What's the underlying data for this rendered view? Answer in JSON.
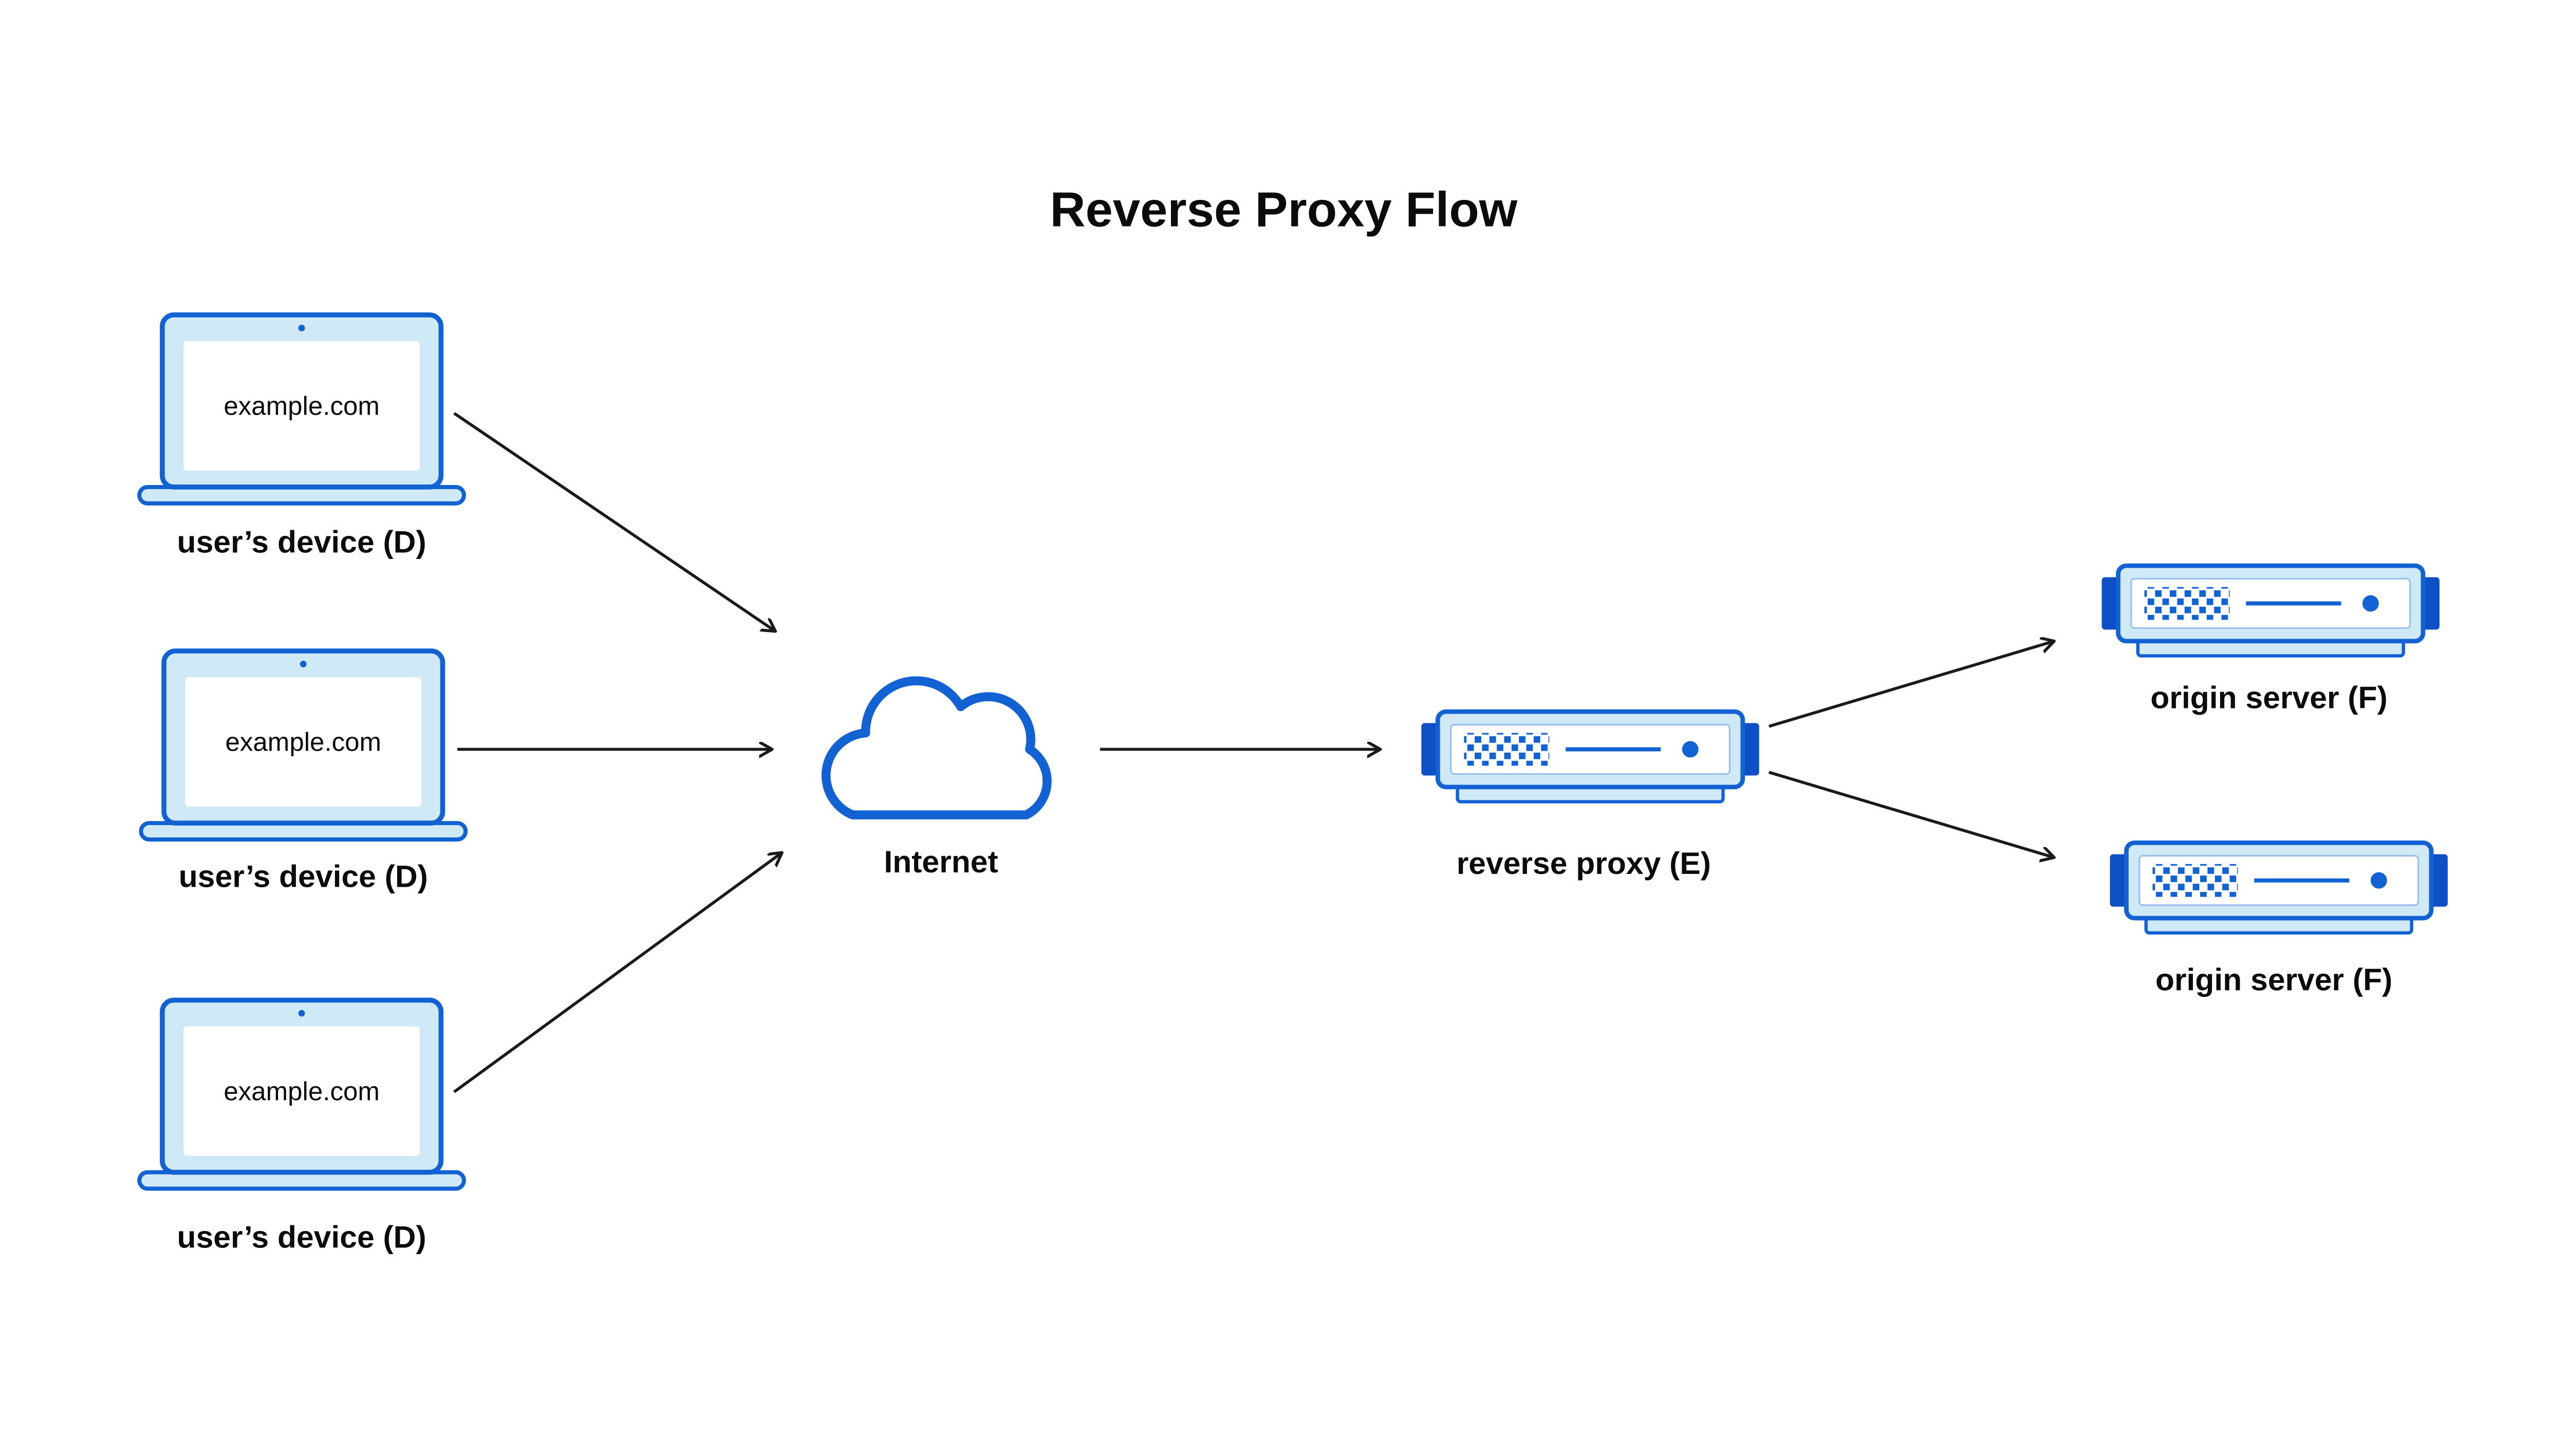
{
  "title": "Reverse Proxy Flow",
  "colors": {
    "primary_blue": "#1262d3",
    "dark_blue": "#0d4fc4",
    "light_blue_fill": "#cfe9f7",
    "text": "#0b0b0d",
    "arrow": "#1a1a1a",
    "background": "#ffffff"
  },
  "nodes": {
    "devices": [
      {
        "screen_text": "example.com",
        "label": "user’s device (D)"
      },
      {
        "screen_text": "example.com",
        "label": "user’s device (D)"
      },
      {
        "screen_text": "example.com",
        "label": "user’s device (D)"
      }
    ],
    "internet": {
      "label": "Internet"
    },
    "reverse_proxy": {
      "label": "reverse proxy (E)"
    },
    "origin_servers": [
      {
        "label": "origin server (F)"
      },
      {
        "label": "origin server (F)"
      }
    ]
  },
  "edges": [
    {
      "from": "user-device-1",
      "to": "internet"
    },
    {
      "from": "user-device-2",
      "to": "internet"
    },
    {
      "from": "user-device-3",
      "to": "internet"
    },
    {
      "from": "internet",
      "to": "reverse-proxy"
    },
    {
      "from": "reverse-proxy",
      "to": "origin-server-1"
    },
    {
      "from": "reverse-proxy",
      "to": "origin-server-2"
    }
  ]
}
